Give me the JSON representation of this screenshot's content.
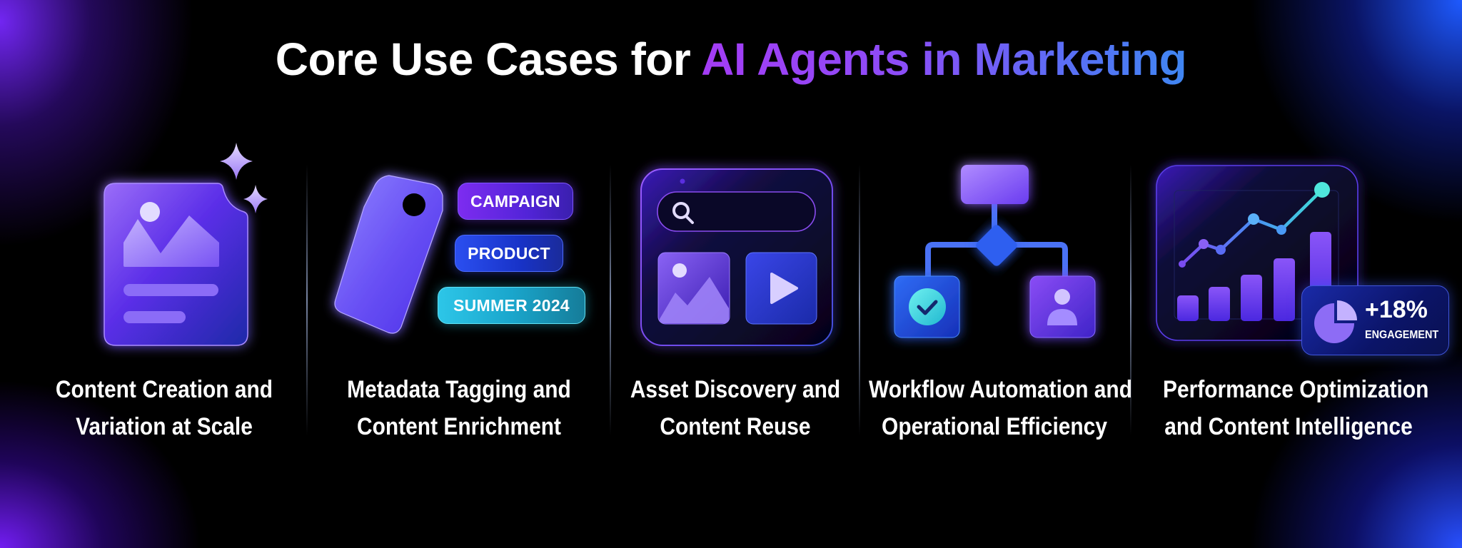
{
  "title": {
    "prefix": "Core Use Cases for ",
    "accent": "AI Agents in Marketing"
  },
  "colors": {
    "background": "#000000",
    "accent_start": "#a43cf5",
    "accent_end": "#3f86f2",
    "primary_purple": "#7b4cf5",
    "primary_blue": "#2f4de0",
    "teal": "#2fd0d8"
  },
  "use_cases": [
    {
      "icon": "document-sparkle-icon",
      "line1": "Content Creation and",
      "line2": "Variation at Scale"
    },
    {
      "icon": "tag-icon",
      "line1": "Metadata Tagging and",
      "line2": "Content Enrichment",
      "tags": [
        "CAMPAIGN",
        "PRODUCT",
        "SUMMER 2024"
      ]
    },
    {
      "icon": "asset-search-icon",
      "line1": "Asset Discovery and",
      "line2": "Content Reuse"
    },
    {
      "icon": "workflow-icon",
      "line1": "Workflow Automation and",
      "line2": "Operational Efficiency"
    },
    {
      "icon": "performance-chart-icon",
      "line1": "Performance Optimization",
      "line2": "and Content Intelligence",
      "metric": {
        "value": "+18%",
        "label": "ENGAGEMENT"
      }
    }
  ]
}
